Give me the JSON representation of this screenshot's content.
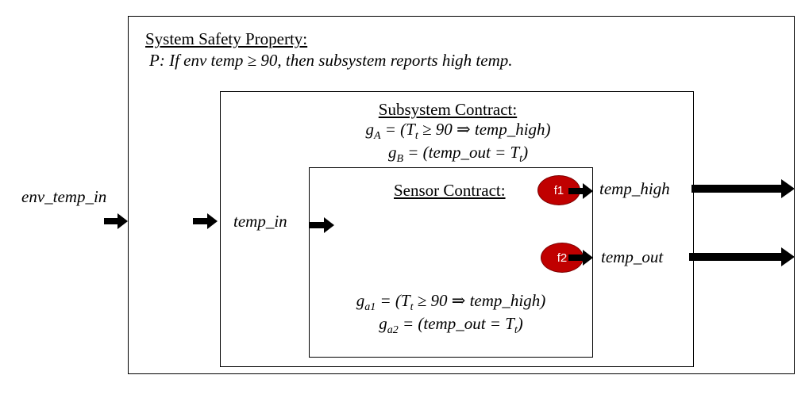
{
  "system": {
    "title": "System Safety Property:",
    "property": "P: If env temp ≥ 90, then subsystem reports high temp."
  },
  "subsystem": {
    "title": "Subsystem Contract:",
    "gA_lhs": "g",
    "gA_sub": "A",
    "gA_rhs": " = (T",
    "gA_tsub": "t",
    "gA_tail": " ≥ 90 ⇒ temp_high)",
    "gB_lhs": "g",
    "gB_sub": "B",
    "gB_rhs": " = (temp_out = T",
    "gB_tsub": "t",
    "gB_tail": ")"
  },
  "sensor": {
    "title": "Sensor Contract:",
    "ga1_lhs": "g",
    "ga1_sub": "a1",
    "ga1_rhs": " = (T",
    "ga1_tsub": "t",
    "ga1_tail": " ≥ 90 ⇒ temp_high)",
    "ga2_lhs": "g",
    "ga2_sub": "a2",
    "ga2_rhs": " = (temp_out = T",
    "ga2_tsub": "t",
    "ga2_tail": ")"
  },
  "signals": {
    "env_temp_in": "env_temp_in",
    "temp_in": "temp_in",
    "temp_high": "temp_high",
    "temp_out": "temp_out"
  },
  "faults": {
    "f1": "f1",
    "f2": "f2"
  },
  "colors": {
    "fault": "#c00000",
    "stroke": "#000000"
  }
}
